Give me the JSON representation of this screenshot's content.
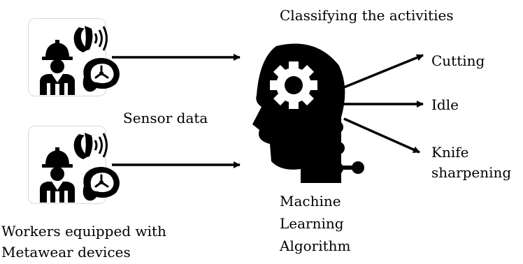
{
  "title": "Classifying the activities",
  "sensor_label": "Sensor data",
  "workers_label": [
    "Workers equipped with",
    "Metawear devices"
  ],
  "algorithm_label": [
    "Machine",
    "Learning",
    "Algorithm"
  ],
  "activities": [
    {
      "label": "Cutting"
    },
    {
      "label": "Idle"
    },
    {
      "label": "Knife",
      "label2": "sharpening"
    }
  ],
  "icons": {
    "worker": "worker-with-helmet-icon",
    "wristband": "wristband-signal-icon",
    "meat": "meat-steak-icon",
    "ai_head": "ai-head-gear-circuit-icon"
  },
  "colors": {
    "foreground": "#000000",
    "card_border": "#d9d9d9",
    "background": "#ffffff"
  }
}
